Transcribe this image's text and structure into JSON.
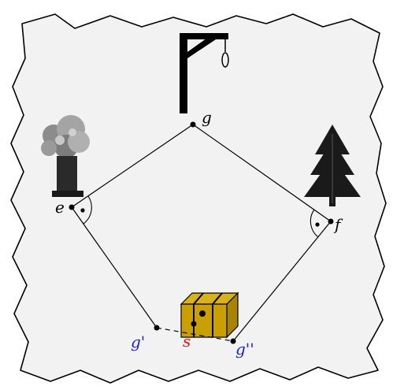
{
  "labels": {
    "g": "g",
    "e": "e",
    "f": "f",
    "g_prime": "g'",
    "g_double_prime": "g''",
    "s": "s"
  },
  "colors": {
    "paper": "#f2f2f2",
    "ink": "#000000",
    "blue_label": "#1f1fd6",
    "red_label": "#e01919",
    "chest_gold": "#c9a000",
    "stump_grey": "#2a2a2a",
    "foliage_grey": "#9a9a9a"
  },
  "icons": {
    "gallows": "gallows-icon",
    "oak": "oak-tree-icon",
    "pine": "pine-tree-icon",
    "chest": "treasure-chest-icon"
  }
}
